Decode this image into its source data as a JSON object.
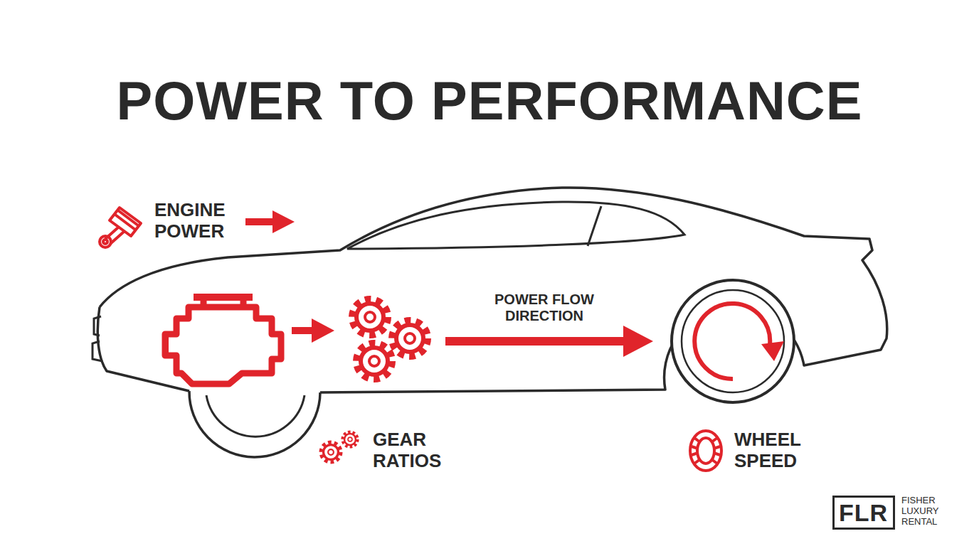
{
  "diagram": {
    "title": "POWER TO PERFORMANCE",
    "nodes": [
      {
        "text": [
          "FLR",
          "FISHER LUXURY RENTAL"
        ]
      }
    ],
    "labels": [
      "ENGINE POWER",
      "POWER FLOW DIRECTION",
      "GEAR RATIOS",
      "WHEEL SPEED"
    ]
  }
}
